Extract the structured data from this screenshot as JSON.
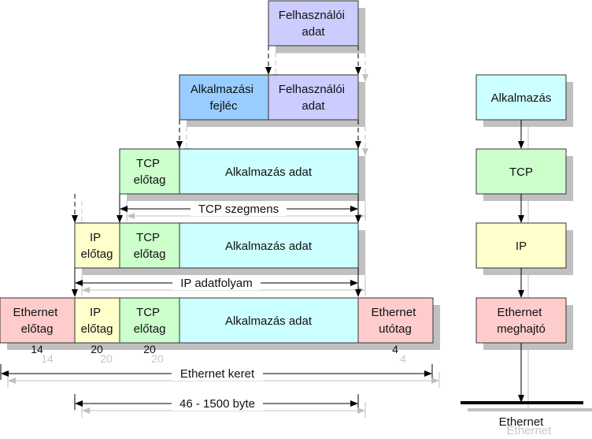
{
  "colors": {
    "user_data": "#ccccff",
    "app_header": "#99ccff",
    "tcp": "#ccffcc",
    "app_data": "#ccffff",
    "ip": "#ffffcc",
    "ethernet": "#ffcccc",
    "shadow": "#c0c0c0",
    "border": "#333333"
  },
  "levels": {
    "user": {
      "user_data": [
        "Felhasználói",
        "adat"
      ]
    },
    "app": {
      "header": [
        "Alkalmazási",
        "fejléc"
      ],
      "user_data": [
        "Felhasználói",
        "adat"
      ]
    },
    "tcp": {
      "header": [
        "TCP",
        "előtag"
      ],
      "app_data": "Alkalmazás adat",
      "span_label": "TCP szegmens"
    },
    "ip": {
      "ip_header": [
        "IP",
        "előtag"
      ],
      "tcp_header": [
        "TCP",
        "előtag"
      ],
      "app_data": "Alkalmazás adat",
      "span_label": "IP adatfolyam"
    },
    "ethernet": {
      "eth_header": [
        "Ethernet",
        "előtag"
      ],
      "ip_header": [
        "IP",
        "előtag"
      ],
      "tcp_header": [
        "TCP",
        "előtag"
      ],
      "app_data": "Alkalmazás adat",
      "eth_trailer": [
        "Ethernet",
        "utótag"
      ],
      "sizes": {
        "eth_header": "14",
        "ip_header": "20",
        "tcp_header": "20",
        "eth_trailer": "4"
      },
      "frame_label": "Ethernet keret",
      "payload_label": "46 - 1500 byte"
    }
  },
  "stack": {
    "application": "Alkalmazás",
    "tcp": "TCP",
    "ip": "IP",
    "driver": [
      "Ethernet",
      "meghajtó"
    ],
    "network": "Ethernet"
  }
}
